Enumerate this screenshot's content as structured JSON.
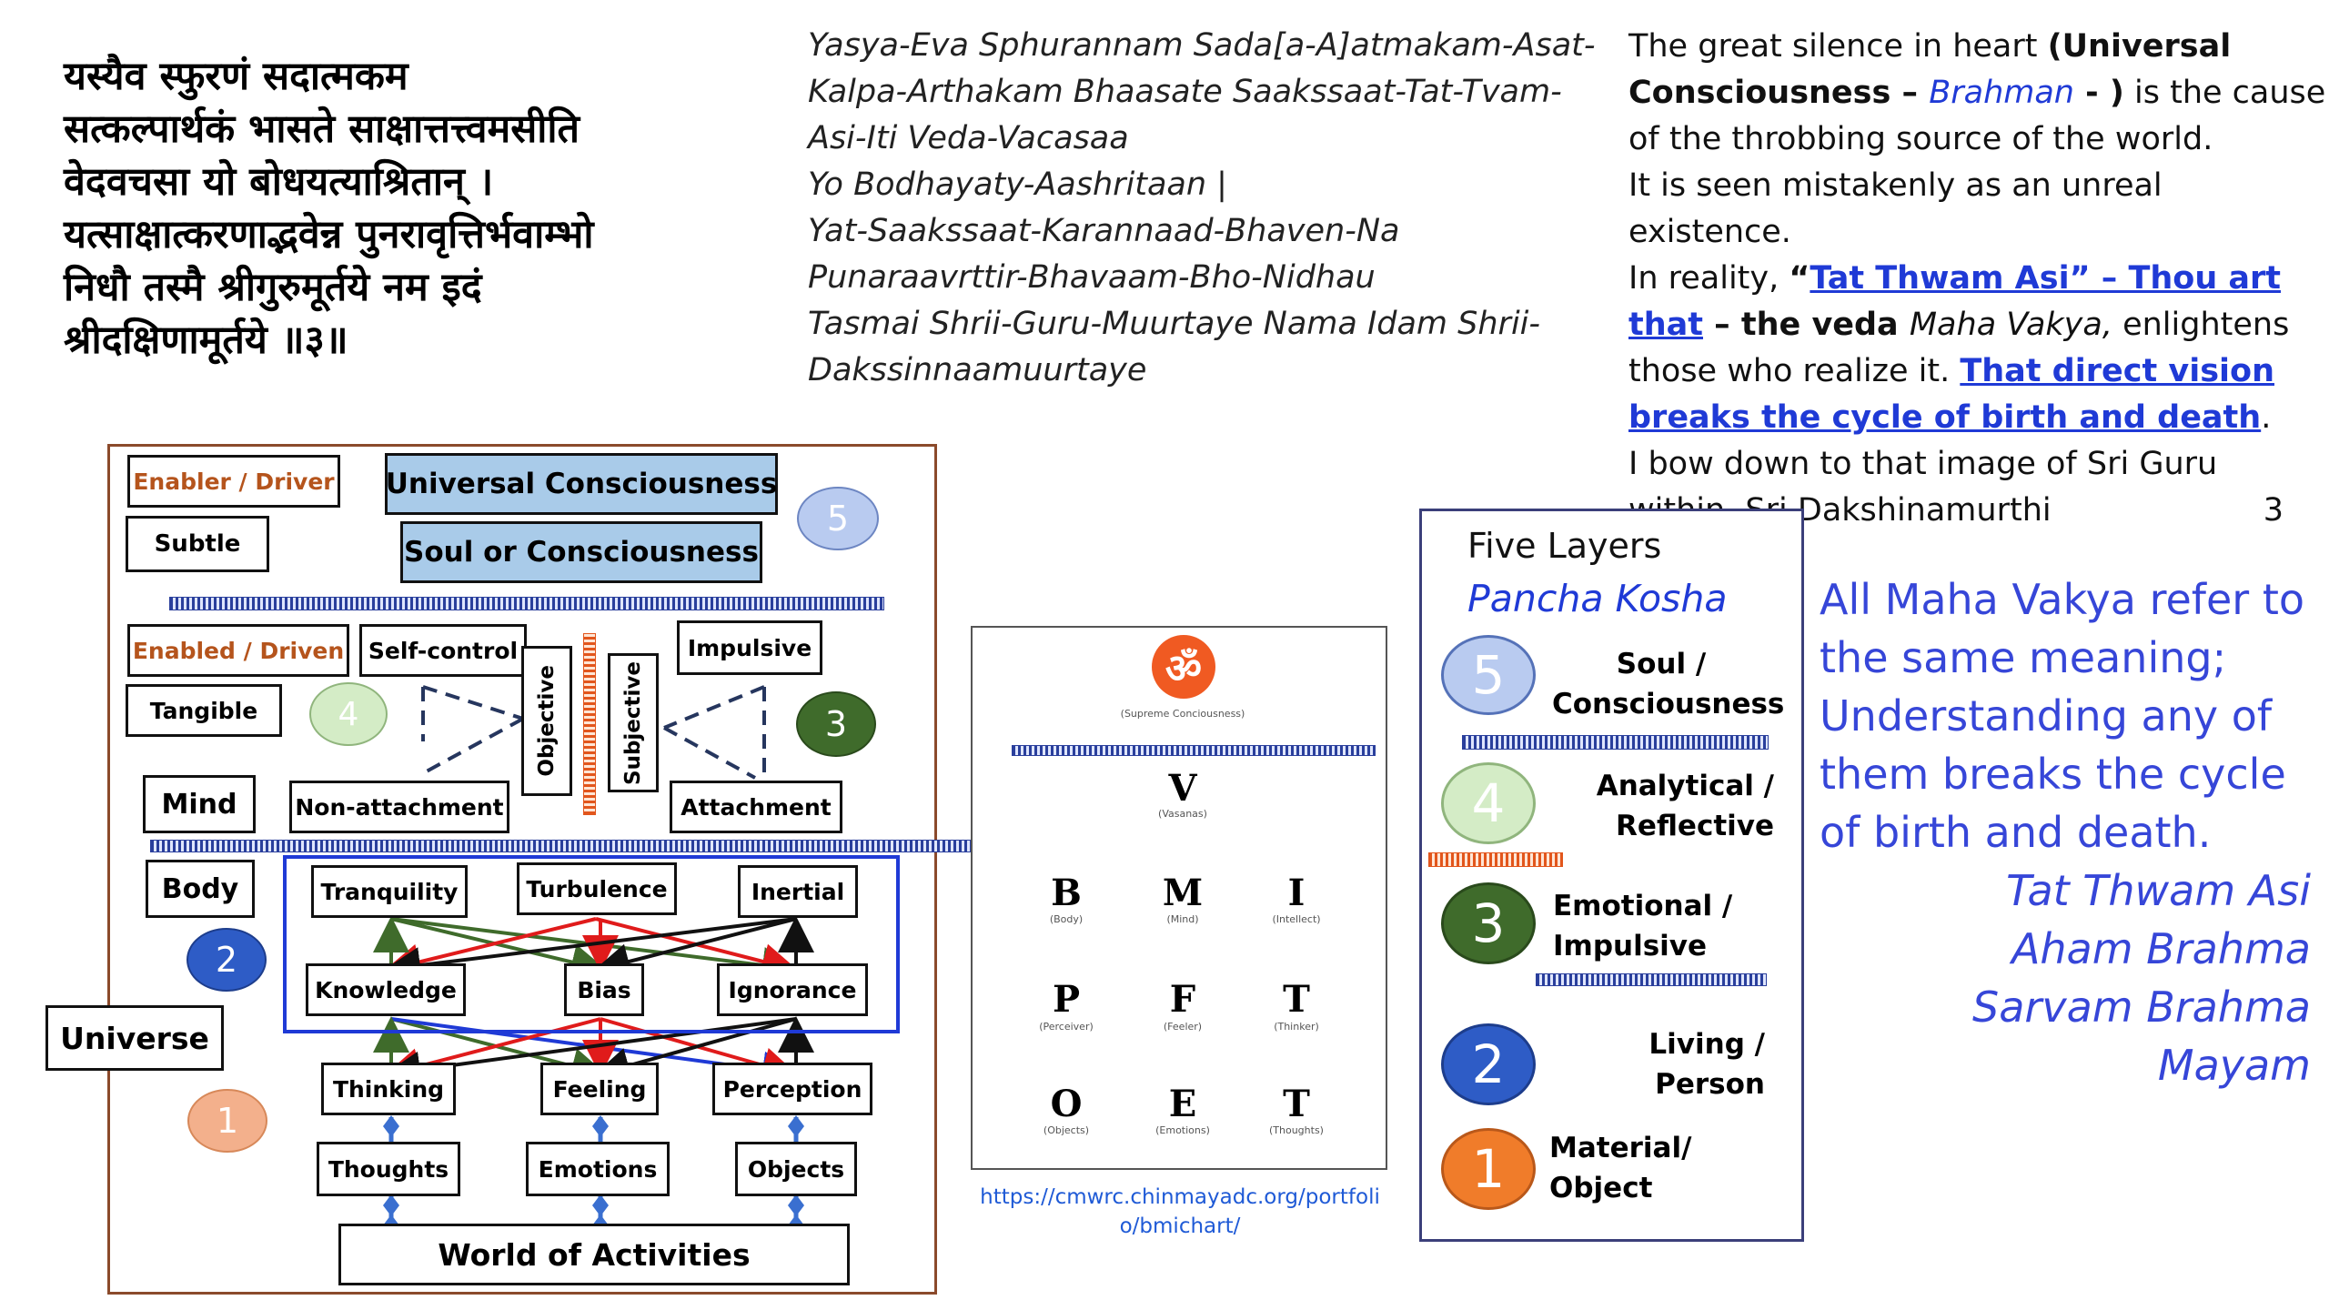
{
  "sanskrit_verse": {
    "lines": [
      "यस्यैव स्फुरणं सदात्मकम",
      "सत्कल्पार्थकं भासते साक्षात्तत्त्वमसीति",
      "वेदवचसा यो बोधयत्याश्रितान् ।",
      "यत्साक्षात्करणाद्भवेन्न पुनरावृत्तिर्भवाम्भो",
      "निधौ तस्मै श्रीगुरुमूर्तये नम इदं",
      "श्रीदक्षिणामूर्तये ॥३॥"
    ]
  },
  "transliteration": {
    "lines": [
      "Yasya-Eva Sphurannam Sada[a-A]atmakam-Asat-",
      "Kalpa-Arthakam Bhaasate Saakssaat-Tat-Tvam-",
      "Asi-Iti Veda-Vacasaa",
      "Yo Bodhayaty-Aashritaan |",
      "Yat-Saakssaat-Karannaad-Bhaven-Na",
      "Punaraavrttir-Bhavaam-Bho-Nidhau",
      "Tasmai Shrii-Guru-Muurtaye Nama Idam Shrii-",
      "Dakssinnaamuurtaye"
    ]
  },
  "translation": {
    "p1_start": "The great silence in heart ",
    "p1_bold": "(Universal Consciousness – ",
    "p1_brahman": "Brahman",
    "p1_bold2": " - )",
    "p1_end": " is the cause of the throbbing source of the world.",
    "p2": "It is seen mistakenly as an unreal existence.",
    "p3_start": "In reality, ",
    "p3_quote_open": "“",
    "p3_link": "Tat Thwam Asi” – Thou art that",
    "p3_dash": " – the veda ",
    "p3_mv": "Maha Vakya,",
    "p3_end": " enlightens those who realize it. ",
    "p3_link2": "That direct vision breaks the cycle of birth and death",
    "p3_period": ".",
    "p4": "I bow down to that image of Sri Guru within, Sri Dakshinamurthi",
    "p4_num": "3"
  },
  "left_diagram": {
    "enabler": "Enabler / Driver",
    "subtle": "Subtle",
    "universal": "Universal Consciousness",
    "soul": "Soul or Consciousness",
    "enabled": "Enabled / Driven",
    "tangible": "Tangible",
    "self_control": "Self-control",
    "objective": "Objective",
    "subjective": "Subjective",
    "impulsive": "Impulsive",
    "mind": "Mind",
    "non_attachment": "Non-attachment",
    "attachment": "Attachment",
    "body": "Body",
    "universe": "Universe",
    "tranquility": "Tranquility",
    "turbulence": "Turbulence",
    "inertial": "Inertial",
    "knowledge": "Knowledge",
    "bias": "Bias",
    "ignorance": "Ignorance",
    "thinking": "Thinking",
    "feeling": "Feeling",
    "perception": "Perception",
    "thoughts": "Thoughts",
    "emotions": "Emotions",
    "objects": "Objects",
    "world": "World of Activities",
    "n1": "1",
    "n2": "2",
    "n3": "3",
    "n4": "4",
    "n5": "5"
  },
  "bmi_chart": {
    "om": "ॐ",
    "supreme": "(Supreme Conciousness)",
    "v": "V",
    "v_sub": "(Vasanas)",
    "b": "B",
    "b_sub": "(Body)",
    "m": "M",
    "m_sub": "(Mind)",
    "i": "I",
    "i_sub": "(Intellect)",
    "p": "P",
    "p_sub": "(Perceiver)",
    "f": "F",
    "f_sub": "(Feeler)",
    "t1": "T",
    "t1_sub": "(Thinker)",
    "o": "O",
    "o_sub": "(Objects)",
    "e": "E",
    "e_sub": "(Emotions)",
    "t2": "T",
    "t2_sub": "(Thoughts)",
    "url": "https://cmwrc.chinmayadc.org/portfolio/bmichart/"
  },
  "five_layers": {
    "title": "Five Layers",
    "subtitle": "Pancha Kosha",
    "items": [
      {
        "num": "5",
        "label": "Soul / Consciousness"
      },
      {
        "num": "4",
        "label": "Analytical / Reflective"
      },
      {
        "num": "3",
        "label": "Emotional / Impulsive"
      },
      {
        "num": "2",
        "label": "Living / Person"
      },
      {
        "num": "1",
        "label": "Material/ Object"
      }
    ]
  },
  "maha_vakya": {
    "text": "All Maha Vakya refer to the same meaning; Understanding any of them breaks the cycle of birth and death.",
    "v1": "Tat Thwam Asi",
    "v2": "Aham Brahma",
    "v3": "Sarvam Brahma Mayam"
  }
}
